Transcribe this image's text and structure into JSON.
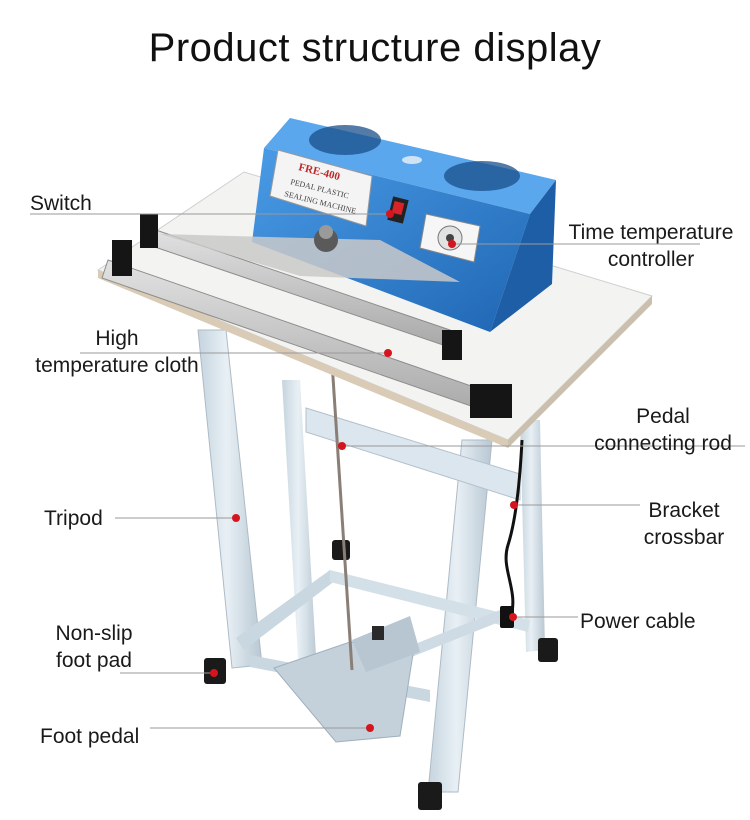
{
  "title": "Product structure display",
  "machine_text": {
    "model": "FRE-400",
    "line1": "PEDAL PLASTIC",
    "line2": "SEALING MACHINE"
  },
  "labels": {
    "switch": "Switch",
    "time_temp_1": "Time temperature",
    "time_temp_2": "controller",
    "high_temp_1": "High",
    "high_temp_2": "temperature cloth",
    "pedal_rod_1": "Pedal",
    "pedal_rod_2": "connecting rod",
    "tripod": "Tripod",
    "bracket_1": "Bracket",
    "bracket_2": "crossbar",
    "power_cable": "Power cable",
    "nonslip_1": "Non-slip",
    "nonslip_2": "foot pad",
    "foot_pedal": "Foot pedal"
  },
  "colors": {
    "housing_blue": "#2f7fd0",
    "frame": "#d7e3ec",
    "table": "#f2f2f0",
    "marker": "#d6141e",
    "leader": "#9a9a9a"
  }
}
